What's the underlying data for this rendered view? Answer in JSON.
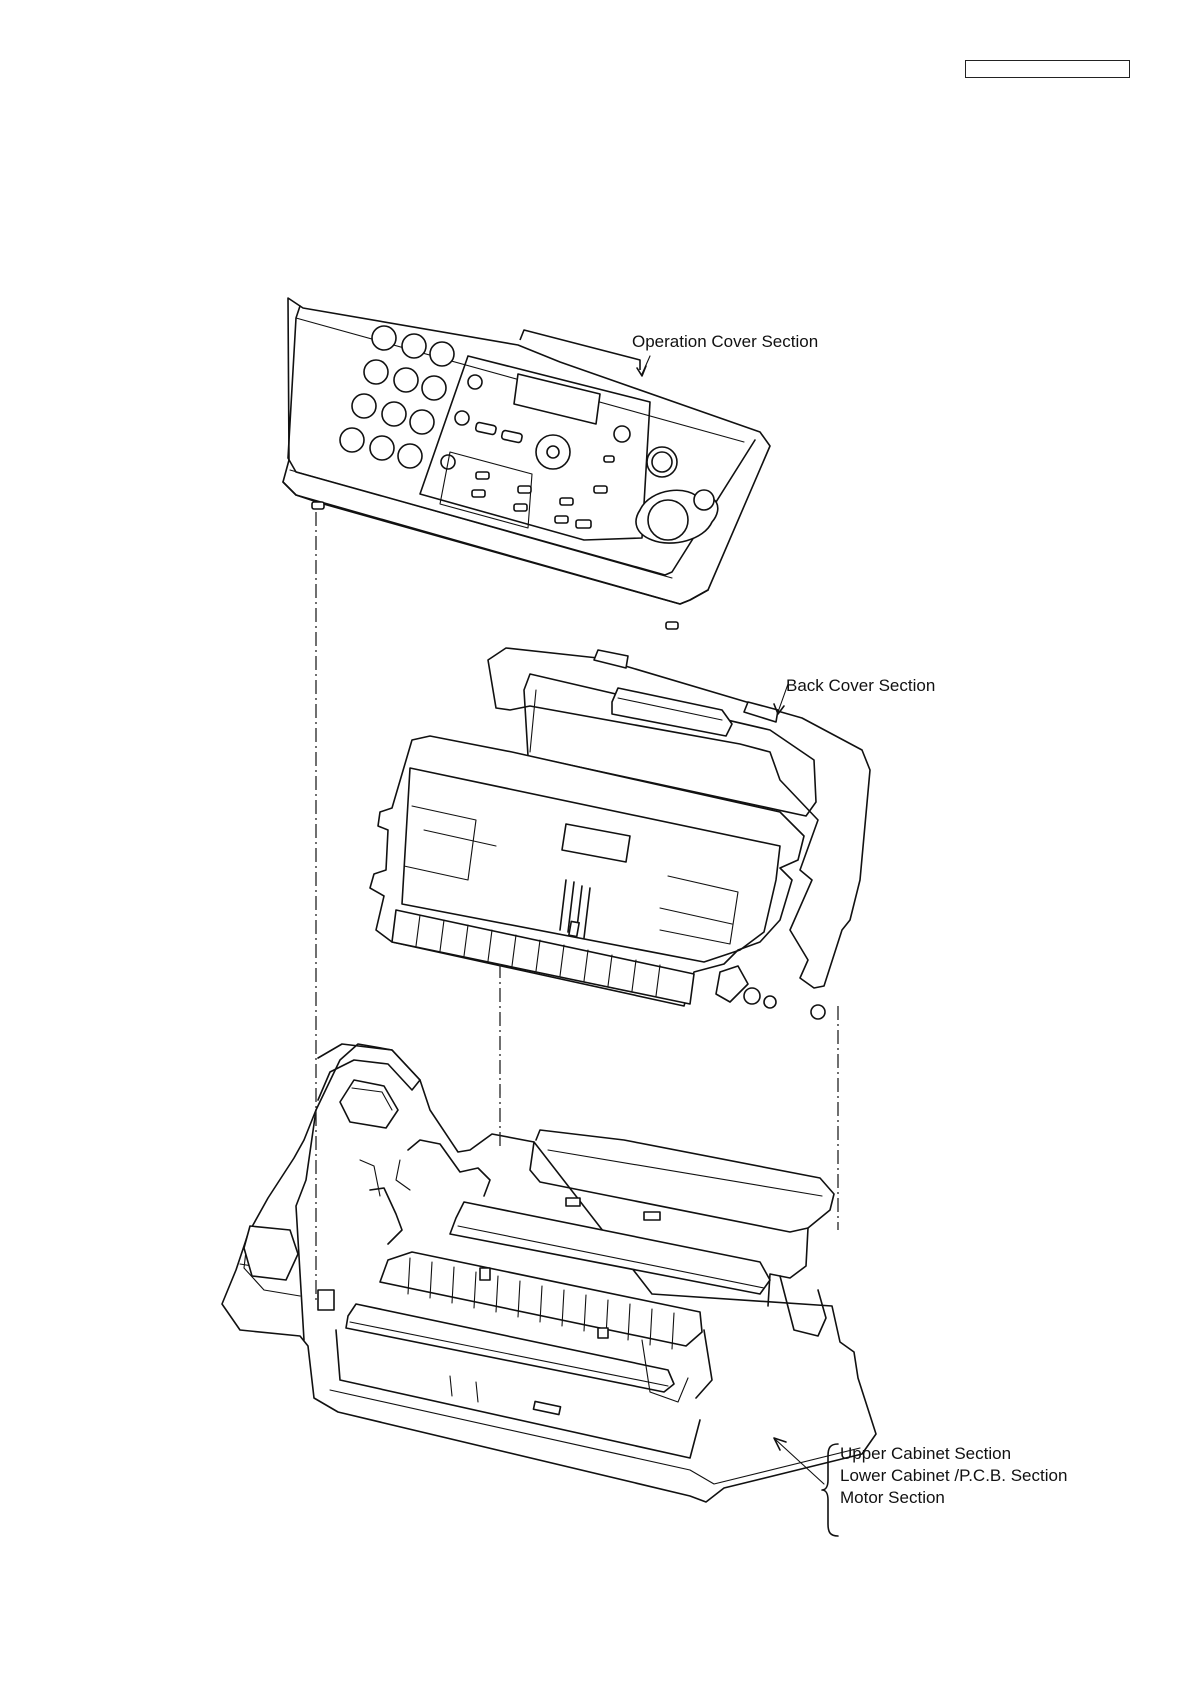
{
  "document": {
    "id_box_text": ""
  },
  "callouts": {
    "operation_cover": "Operation Cover Section",
    "back_cover": "Back Cover Section",
    "upper_cabinet": "Upper Cabinet Section",
    "lower_cabinet": "Lower Cabinet /P.C.B. Section",
    "motor": "Motor Section"
  }
}
